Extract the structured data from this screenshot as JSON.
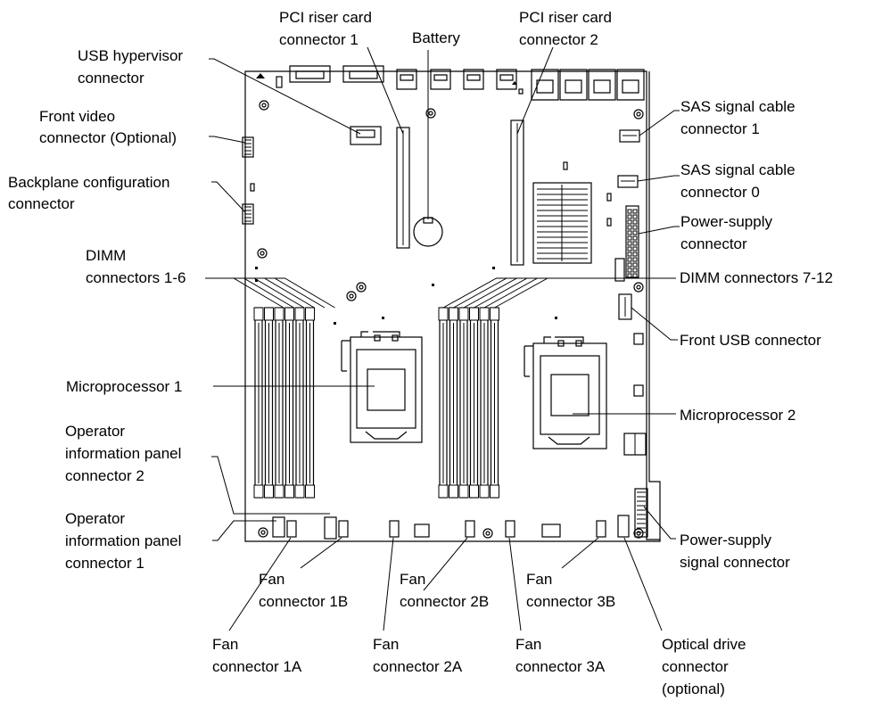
{
  "colors": {
    "line": "#000000",
    "background": "#ffffff"
  },
  "labels": {
    "pci1": [
      "PCI riser card",
      "connector 1"
    ],
    "battery": [
      "Battery"
    ],
    "pci2": [
      "PCI riser card",
      "connector 2"
    ],
    "usb_hypervisor": [
      "USB hypervisor",
      "connector"
    ],
    "front_video": [
      "Front video",
      "connector (Optional)"
    ],
    "backplane": [
      "Backplane configuration",
      "connector"
    ],
    "dimm_1_6": [
      "DIMM",
      "connectors 1-6"
    ],
    "dimm_7_12": [
      "DIMM connectors 7-12"
    ],
    "sas1": [
      "SAS signal cable",
      "connector 1"
    ],
    "sas0": [
      "SAS signal cable",
      "connector 0"
    ],
    "power_supply": [
      "Power-supply",
      "connector"
    ],
    "front_usb": [
      "Front USB connector"
    ],
    "cpu1": [
      "Microprocessor 1"
    ],
    "cpu2": [
      "Microprocessor 2"
    ],
    "op_panel_2": [
      "Operator",
      "information panel",
      "connector 2"
    ],
    "op_panel_1": [
      "Operator",
      "information panel",
      "connector 1"
    ],
    "ps_signal": [
      "Power-supply",
      "signal connector"
    ],
    "fan_1b": [
      "Fan",
      "connector 1B"
    ],
    "fan_2b": [
      "Fan",
      "connector 2B"
    ],
    "fan_3b": [
      "Fan",
      "connector 3B"
    ],
    "fan_1a": [
      "Fan",
      "connector 1A"
    ],
    "fan_2a": [
      "Fan",
      "connector 2A"
    ],
    "fan_3a": [
      "Fan",
      "connector 3A"
    ],
    "optical": [
      "Optical drive",
      "connector",
      "(optional)"
    ]
  }
}
